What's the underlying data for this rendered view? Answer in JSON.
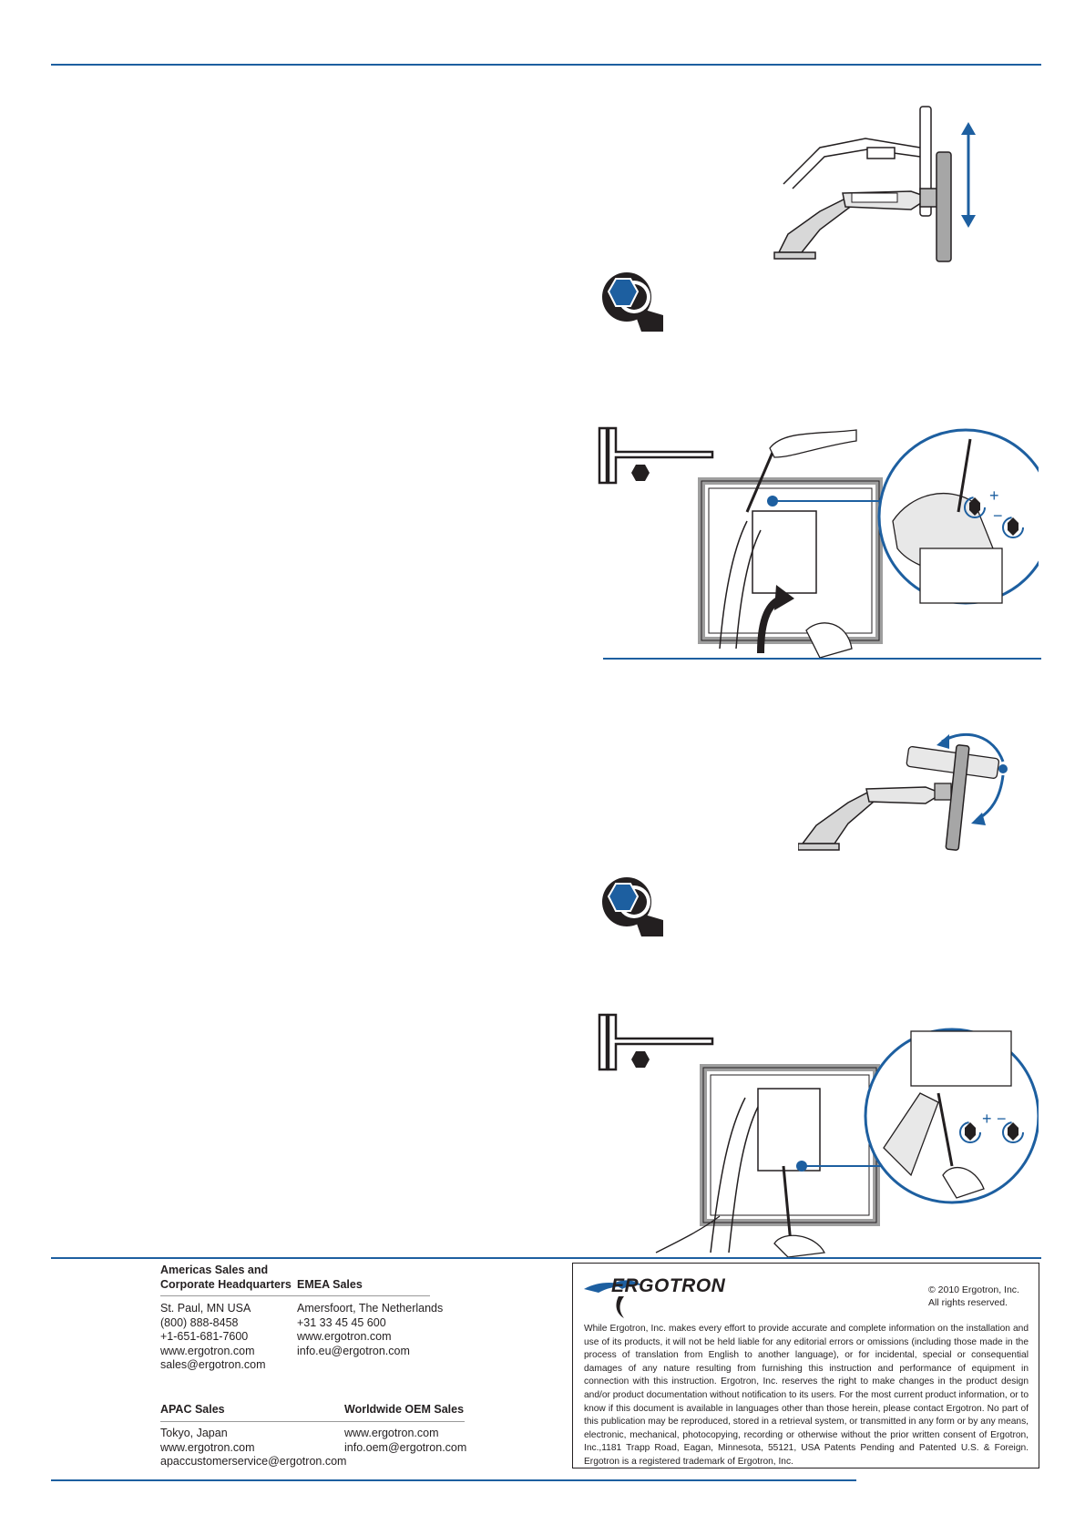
{
  "colors": {
    "accent": "#1d5fa0",
    "text": "#231f20",
    "frame": "#9e9e9e"
  },
  "icons": [
    "monitor-lift-diagram",
    "wrench-icon",
    "hex-key-icon",
    "tension-adjust-diagram",
    "tilt-diagram",
    "ergotron-logo"
  ],
  "contacts": {
    "americas": {
      "heading": [
        "Americas Sales and",
        "Corporate Headquarters"
      ],
      "lines": [
        "St. Paul, MN USA",
        "(800) 888-8458",
        "+1-651-681-7600",
        "www.ergotron.com",
        "sales@ergotron.com"
      ]
    },
    "emea": {
      "heading": "EMEA Sales",
      "lines": [
        "Amersfoort, The Netherlands",
        "+31 33 45 45 600",
        "www.ergotron.com",
        "info.eu@ergotron.com"
      ]
    },
    "apac": {
      "heading": "APAC Sales",
      "lines": [
        "Tokyo, Japan",
        "www.ergotron.com",
        "apaccustomerservice@ergotron.com"
      ]
    },
    "oem": {
      "heading": "Worldwide OEM Sales",
      "lines": [
        "www.ergotron.com",
        "info.oem@ergotron.com"
      ]
    }
  },
  "legal": {
    "logo_text": "ERGOTRON",
    "copyright": [
      "© 2010 Ergotron, Inc.",
      "All rights reserved."
    ],
    "disclaimer": "While Ergotron, Inc. makes every effort to provide accurate and complete information on the installation and use of its products, it will not be held liable for any editorial errors or omissions (including those made in the process of translation from English to another language), or for incidental, special or consequential damages of any nature resulting from furnishing this instruction and performance of equipment in connection with this instruction. Ergotron, Inc. reserves the right to make changes in the product design and/or product documentation without notification to its users. For the most current product information, or to know if this document is available in languages other than those herein, please contact Ergotron. No part of this publication may be reproduced, stored in a retrieval system, or transmitted in any form or by any means, electronic, mechanical, photocopying, recording or otherwise without the prior written consent of Ergotron, Inc.,1181 Trapp Road, Eagan, Minnesota, 55121, USA Patents Pending and Patented U.S. & Foreign. Ergotron is a registered trademark of Ergotron, Inc."
  }
}
